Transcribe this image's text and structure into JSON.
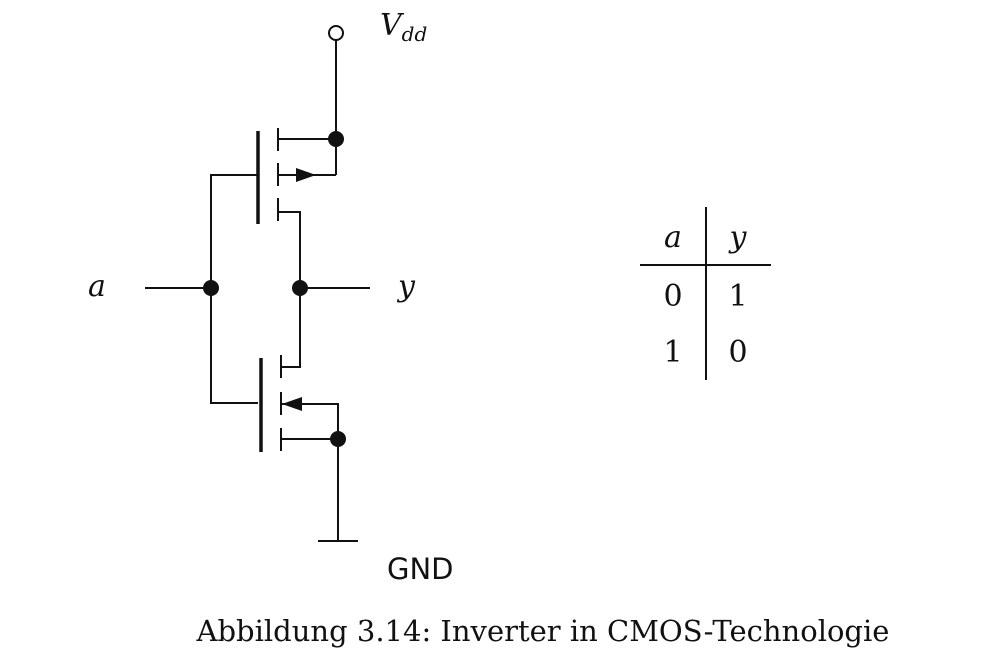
{
  "diagram": {
    "supply_label": "V",
    "supply_subscript": "dd",
    "input_label": "a",
    "output_label": "y",
    "ground_label": "GND"
  },
  "truth_table": {
    "headers": [
      "a",
      "y"
    ],
    "rows": [
      [
        "0",
        "1"
      ],
      [
        "1",
        "0"
      ]
    ]
  },
  "caption": "Abbildung 3.14: Inverter in CMOS-Technologie"
}
